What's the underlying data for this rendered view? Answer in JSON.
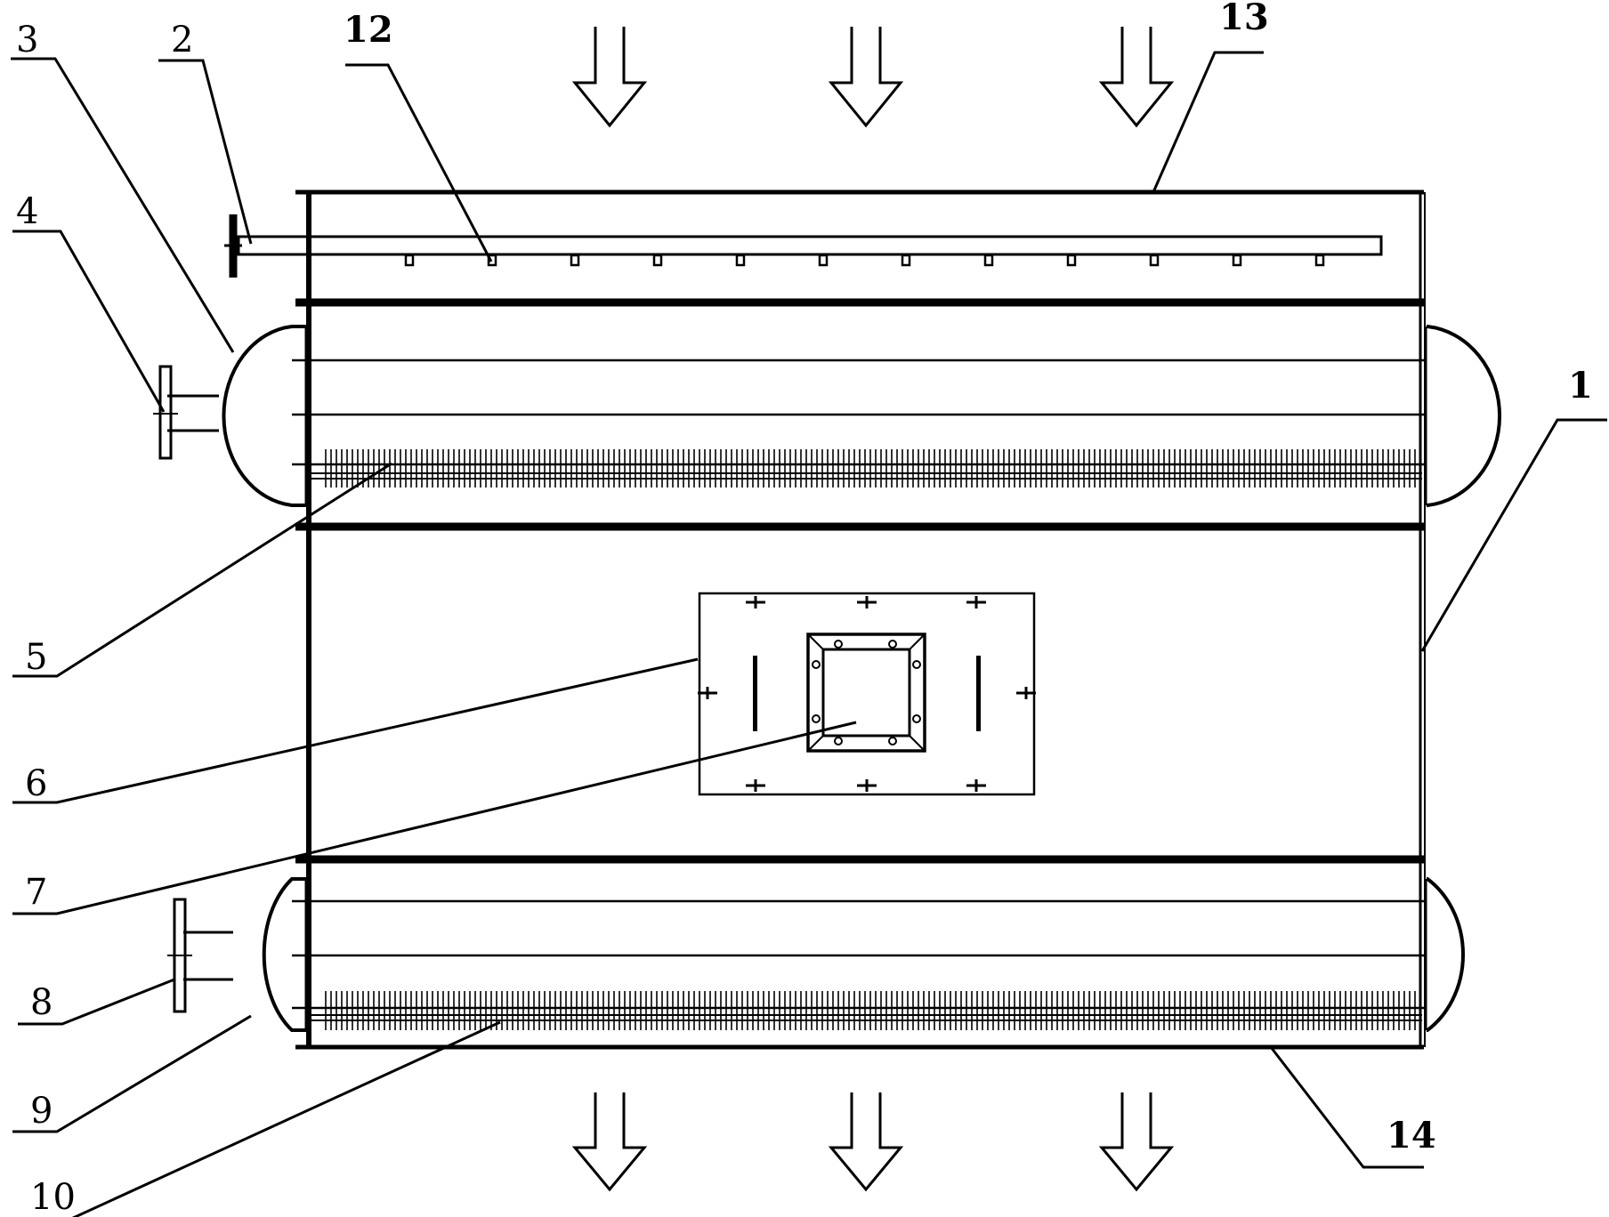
{
  "labels": {
    "l1": "1",
    "l2": "2",
    "l3": "3",
    "l4": "4",
    "l5": "5",
    "l6": "6",
    "l7": "7",
    "l8": "8",
    "l9": "9",
    "l10": "10",
    "l12": "12",
    "l13": "13",
    "l14": "14"
  },
  "colors": {
    "line": "#000000",
    "background": "#ffffff"
  }
}
